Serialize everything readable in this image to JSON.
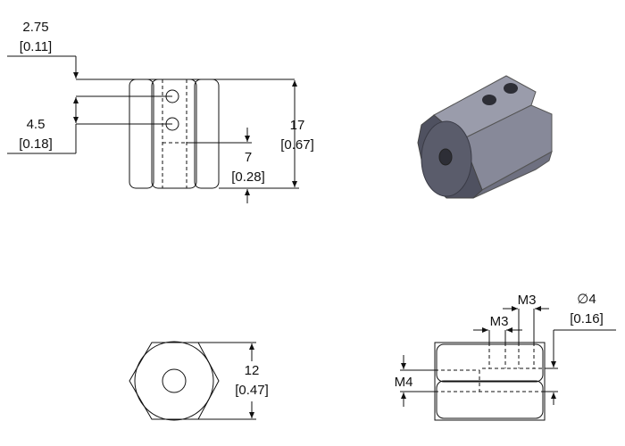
{
  "front_view": {
    "dim_top_offset": {
      "mm": "2.75",
      "in": "[0.11]"
    },
    "dim_hole_spacing": {
      "mm": "4.5",
      "in": "[0.18]"
    },
    "dim_height": {
      "mm": "17",
      "in": "[0.67]"
    },
    "dim_hole_depth": {
      "mm": "7",
      "in": "[0.28]"
    }
  },
  "end_view": {
    "dim_across_flats": {
      "mm": "12",
      "in": "[0.47]"
    }
  },
  "side_view": {
    "thread_m3_a": "M3",
    "thread_m3_b": "M3",
    "thread_m4": "M4",
    "dim_diameter": {
      "mm": "∅4",
      "in": "[0.16]"
    }
  },
  "colors": {
    "line": "#111111",
    "body_light": "#8d8f9e",
    "body_dark": "#5e6070"
  }
}
